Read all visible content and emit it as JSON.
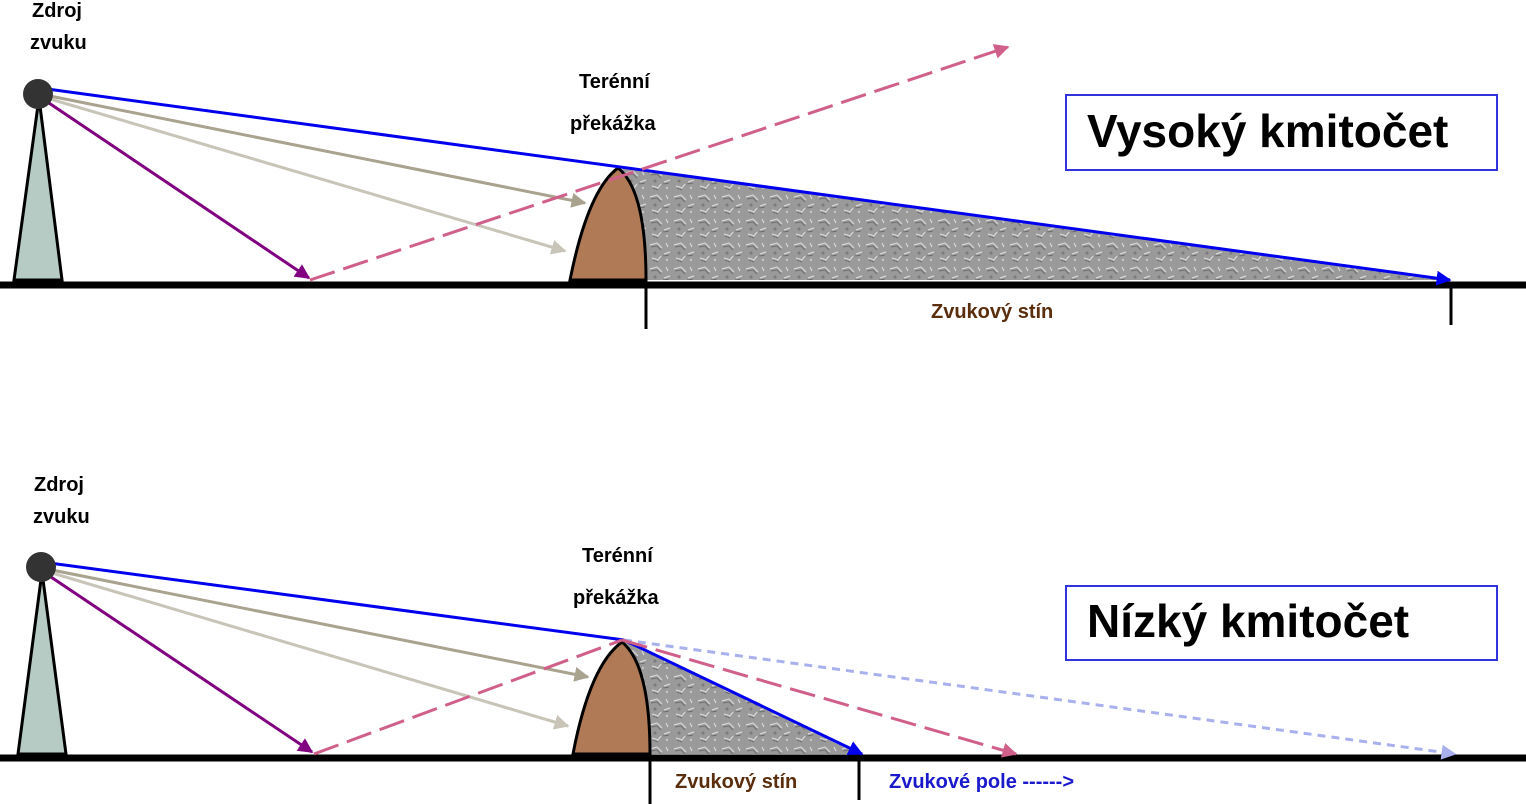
{
  "top": {
    "source_label_line1": "Zdroj",
    "source_label_line2": "zvuku",
    "obstacle_label_line1": "Terénní",
    "obstacle_label_line2": "překážka",
    "title": "Vysoký kmitočet",
    "shadow_label": "Zvukový stín"
  },
  "bottom": {
    "source_label_line1": "Zdroj",
    "source_label_line2": "zvuku",
    "obstacle_label_line1": "Terénní",
    "obstacle_label_line2": "překážka",
    "title": "Nízký kmitočet",
    "shadow_label": "Zvukový stín",
    "field_label": "Zvukové pole ------>"
  },
  "colors": {
    "ground": "#000000",
    "tower": "#b7cbc5",
    "source": "#333333",
    "obstacle": "#b07a57",
    "shadow": "#9a9a9a",
    "ray_blue": "#0000ee",
    "ray_purple": "#800080",
    "ray_taupe": "#a8a28e",
    "ray_light": "#c8c4b8",
    "ray_pink": "#d0608a",
    "ray_lightblue": "#a8b0ee",
    "shadow_text": "#5a2d0c",
    "field_text": "#1a1acc"
  }
}
